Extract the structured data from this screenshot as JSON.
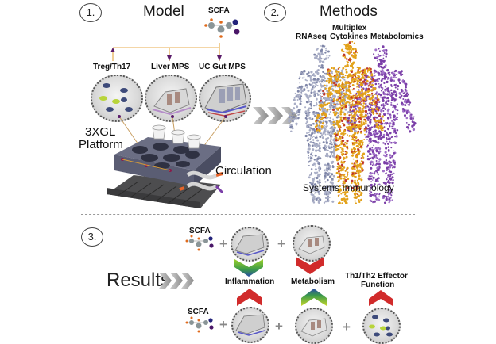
{
  "sections": {
    "model": {
      "number": "1.",
      "title": "Model"
    },
    "methods": {
      "number": "2.",
      "title": "Methods"
    },
    "results": {
      "number": "3.",
      "title": "Results"
    }
  },
  "model": {
    "scfa_label": "SCFA",
    "modules": [
      "Treg/Th17",
      "Liver MPS",
      "UC Gut MPS"
    ],
    "platform_label_line1": "3XGL",
    "platform_label_line2": "Platform",
    "circulation_label": "Circulation"
  },
  "methods": {
    "labels": {
      "rnaseq": "RNAseq",
      "cytokines_line1": "Multiplex",
      "cytokines_line2": "Cytokines",
      "metabolomics": "Metabolomics"
    },
    "caption": "Systems Immunology",
    "figure_colors": {
      "rnaseq": "#a9aec6",
      "cytokines": "#e3a21a",
      "metabolomics": "#7b3fa8"
    }
  },
  "results": {
    "top_row": {
      "scfa_label": "SCFA",
      "plus": "+"
    },
    "bottom_row": {
      "scfa_label": "SCFA",
      "plus": "+"
    },
    "outcomes": {
      "inflammation": "Inflammation",
      "metabolism": "Metabolism",
      "effector_line1": "Th1/Th2 Effector",
      "effector_line2": "Function"
    },
    "arrows": {
      "top_inflammation": "down-green",
      "top_metabolism": "down-red",
      "bottom_inflammation": "up-red",
      "bottom_metabolism": "up-green",
      "bottom_effector": "up-red"
    }
  },
  "colors": {
    "red_arrow": "#d12b2b",
    "green_arrow": "#5fb52a",
    "chevron_gray": "#9a9a9a",
    "scfa_orange": "#e06a1b",
    "scfa_gray": "#8a9597",
    "scfa_navy": "#23237a",
    "scfa_purple": "#4a1768"
  }
}
